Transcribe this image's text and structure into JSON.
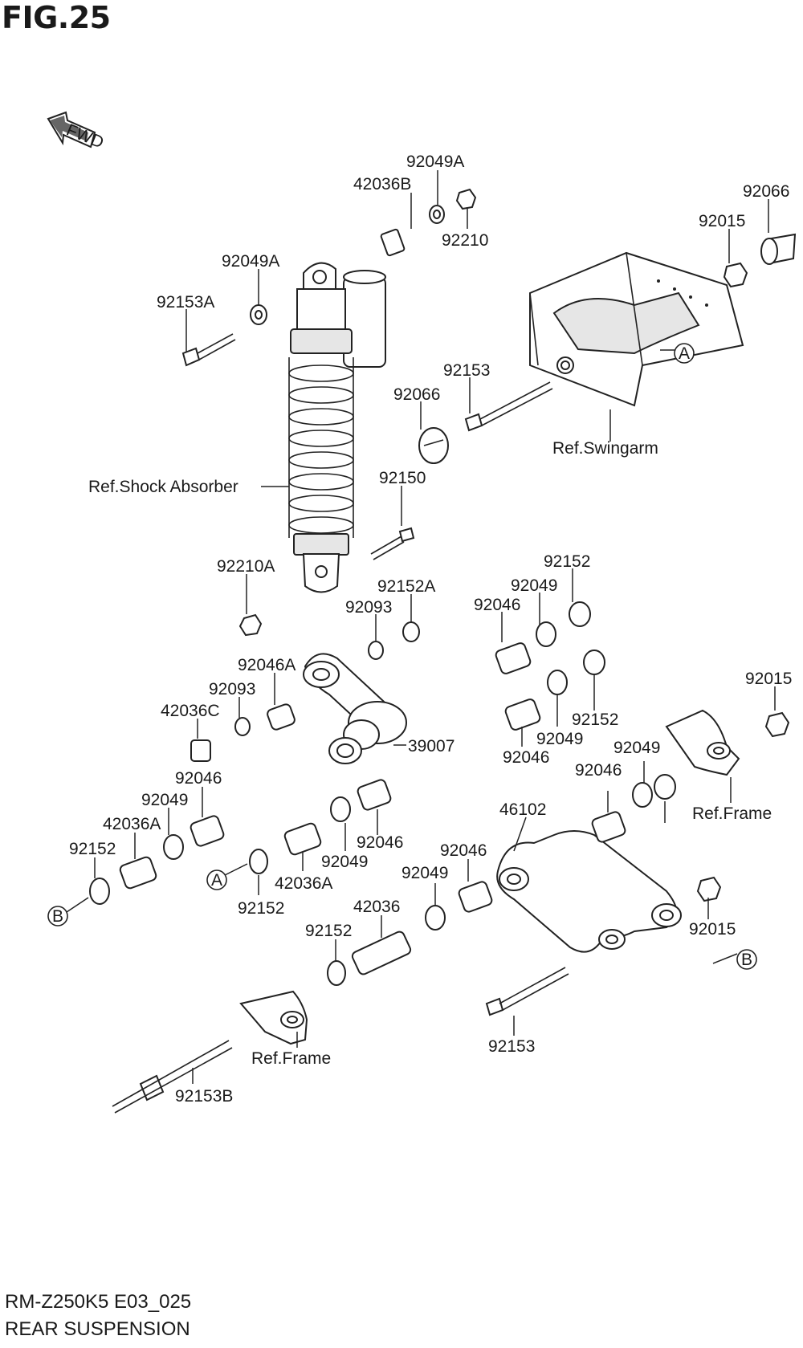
{
  "header": {
    "title": "FIG.25"
  },
  "footer": {
    "model_code": "RM-Z250K5 E03_025",
    "section": "REAR SUSPENSION"
  },
  "fwd_arrow": {
    "text": "FWD",
    "icon": "fwd-arrow-icon"
  },
  "references": {
    "shock_absorber": "Ref.Shock Absorber",
    "swingarm": "Ref.Swingarm",
    "frame_upper": "Ref.Frame",
    "frame_lower": "Ref.Frame"
  },
  "markers": {
    "a_swingarm": "A",
    "a_left": "A",
    "b_left": "B",
    "b_right": "B"
  },
  "part_labels": {
    "p01": "92049A",
    "p02": "42036B",
    "p03": "92210",
    "p04": "92066",
    "p05": "92015",
    "p06": "92049A",
    "p07": "92153A",
    "p08": "92153",
    "p09": "92066",
    "p10": "92150",
    "p11": "92210A",
    "p12": "92152A",
    "p13": "92152",
    "p14": "92049",
    "p15": "92093",
    "p16": "92046",
    "p17": "92046A",
    "p18": "92093",
    "p19": "42036C",
    "p20": "92152",
    "p21": "92049",
    "p22": "92015",
    "p23": "39007",
    "p24": "92046",
    "p25": "92049",
    "p26": "92046",
    "p27": "92046",
    "p28": "92049",
    "p29": "42036A",
    "p30": "92152",
    "p31": "92046",
    "p32": "92049",
    "p33": "42036A",
    "p34": "92152",
    "p35": "46102",
    "p36": "92046",
    "p37": "92049",
    "p38": "42036",
    "p39": "92152",
    "p40": "92015",
    "p41": "92153",
    "p42": "92153B"
  }
}
